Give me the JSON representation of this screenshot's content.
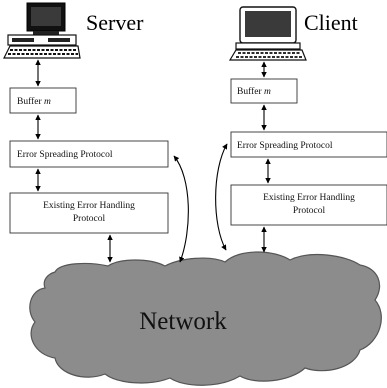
{
  "server": {
    "title": "Server",
    "buffer_prefix": "Buffer ",
    "buffer_var": "m",
    "esp_label": "Error Spreading Protocol",
    "eeh_line1": "Existing Error Handling",
    "eeh_line2": "Protocol",
    "icon": "computer-terminal-icon"
  },
  "client": {
    "title": "Client",
    "buffer_prefix": "Buffer ",
    "buffer_var": "m",
    "esp_label": "Error Spreading Protocol",
    "eeh_line1": "Existing Error Handling",
    "eeh_line2": "Protocol",
    "icon": "computer-terminal-icon"
  },
  "network": {
    "label": "Network",
    "color": "#8c8c8c"
  }
}
